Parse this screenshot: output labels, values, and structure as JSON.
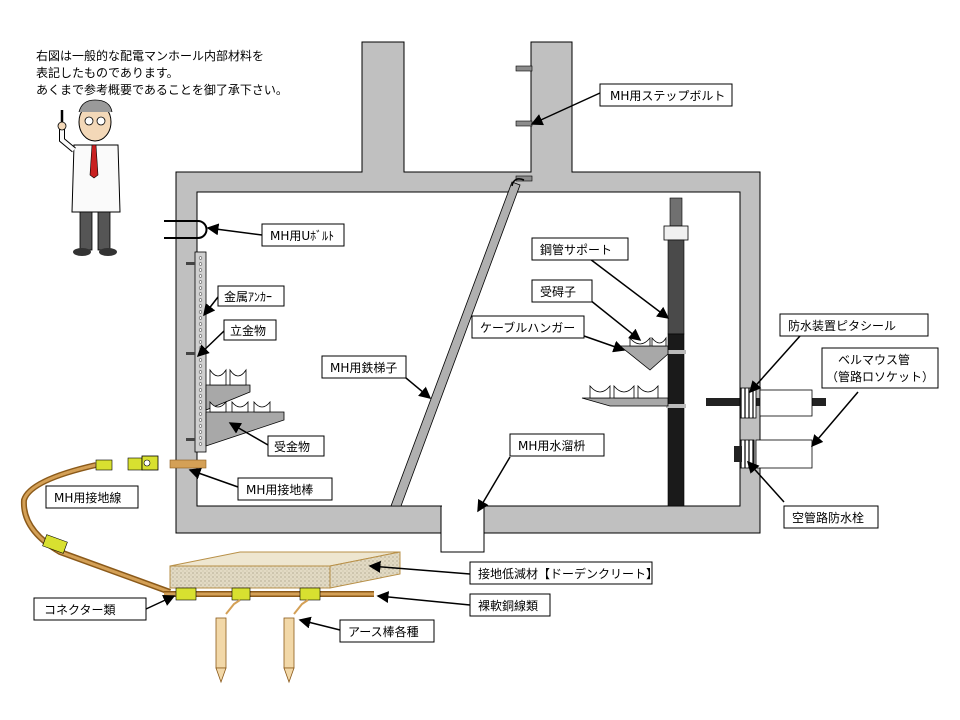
{
  "intro": {
    "line1": "右図は一般的な配電マンホール内部材料を",
    "line2": "表記したものであります。",
    "line3": "あくまで参考概要であることを御了承下さい。"
  },
  "labels": {
    "step_bolt": "MH用ステップボルト",
    "u_bolt": "MH用Uﾎﾞﾙﾄ",
    "metal_anchor": "金属ｱﾝｶｰ",
    "vertical_fitting": "立金物",
    "receiving_fitting": "受金物",
    "ground_rod": "MH用接地棒",
    "ground_wire": "MH用接地線",
    "iron_ladder": "MH用鉄梯子",
    "sump": "MH用水溜枡",
    "steel_pipe_support": "鋼管サポート",
    "insulator": "受碍子",
    "cable_hanger": "ケーブルハンガー",
    "waterproof_seal": "防水装置ピタシール",
    "bellmouth_line1": "ベルマウス管",
    "bellmouth_line2": "（管路ロソケット）",
    "empty_duct_plug": "空管路防水栓",
    "ground_reducer": "接地低減材【ドーデンクリート】",
    "bare_copper": "裸軟銅線類",
    "connectors": "コネクター類",
    "earth_rods": "アース棒各種"
  },
  "colors": {
    "concrete": "#c0c0c0",
    "line": "#000000",
    "copper": "#d4a056",
    "brown": "#8b5a1a",
    "connector": "#d8e030",
    "sand": "#ddd3b8"
  }
}
